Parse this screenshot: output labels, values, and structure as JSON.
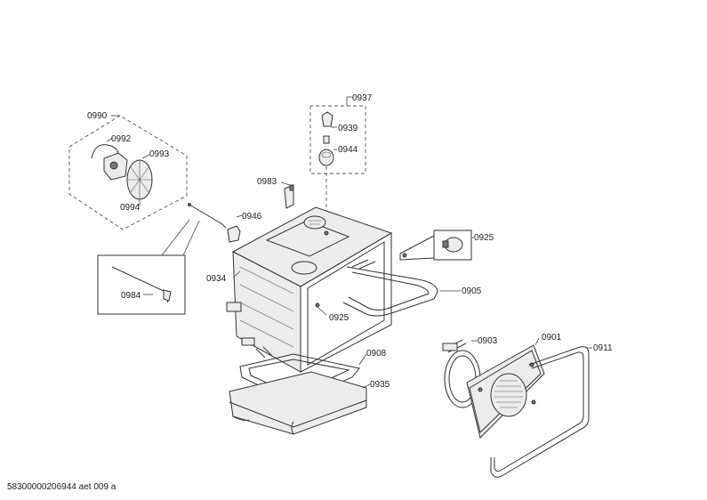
{
  "labels": {
    "p0937": "0937",
    "p0939": "0939",
    "p0944": "0944",
    "p0990": "0990",
    "p0992": "0992",
    "p0993": "0993",
    "p0994": "0994",
    "p0983": "0983",
    "p0946": "0946",
    "p0925a": "0925",
    "p0925b": "0925",
    "p0934": "0934",
    "p0984": "0984",
    "p0905": "0905",
    "p0903": "0903",
    "p0901": "0901",
    "p0911": "0911",
    "p0908": "0908",
    "p0935": "0935"
  },
  "footer": {
    "doc_id": "58300000206944 aet 009 a"
  }
}
